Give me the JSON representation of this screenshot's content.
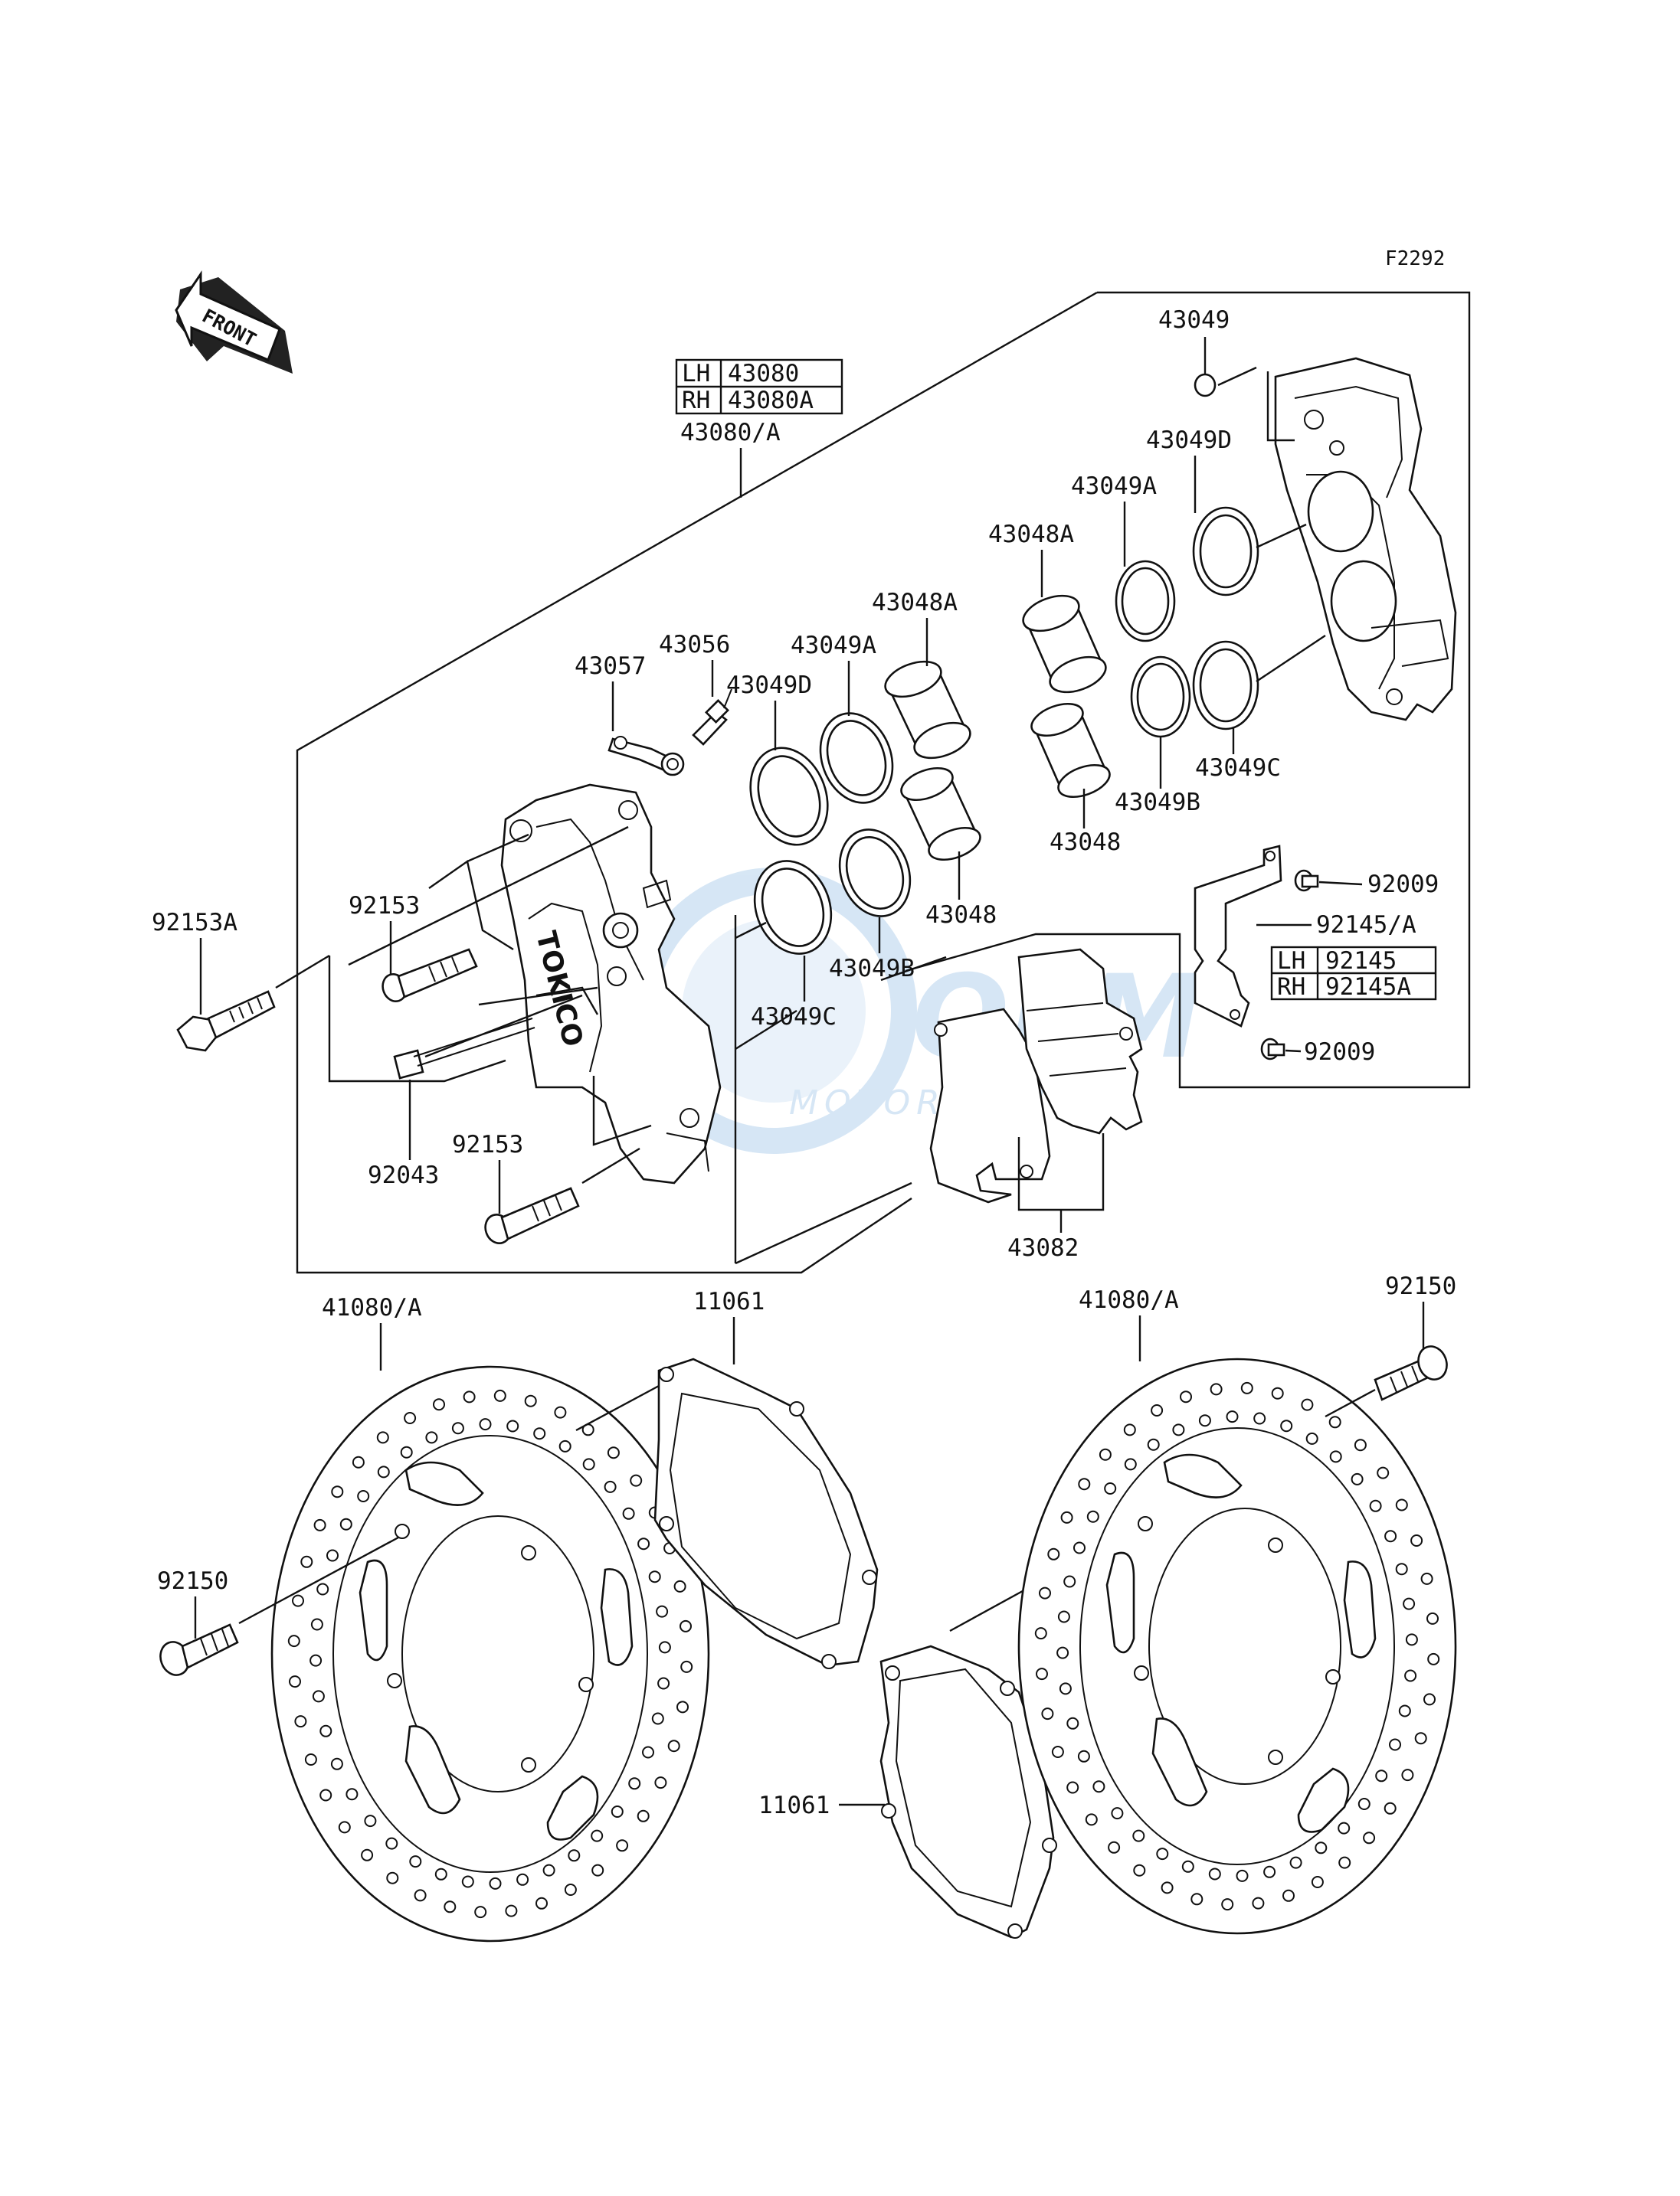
{
  "diagram": {
    "figure_code": "F2292",
    "front_label": "FRONT",
    "watermark": {
      "line1": "OEM",
      "line2": "MOTORPARTS",
      "color": "#6fa8dc"
    },
    "caliper_table": [
      {
        "side": "LH",
        "part": "43080"
      },
      {
        "side": "RH",
        "part": "43080A"
      }
    ],
    "caliper_assembly": "43080/A",
    "bracket_table": [
      {
        "side": "LH",
        "part": "92145"
      },
      {
        "side": "RH",
        "part": "92145A"
      }
    ],
    "labels": {
      "p43049": "43049",
      "p43049d_right": "43049D",
      "p43049a_right": "43049A",
      "p43048a_right": "43048A",
      "p43048a_left": "43048A",
      "p43049a_left": "43049A",
      "p43049d_left": "43049D",
      "p43057": "43057",
      "p43056": "43056",
      "p43049c_right": "43049C",
      "p43049b_right": "43049B",
      "p43048_right": "43048",
      "p43048_left": "43048",
      "p43049b_left": "43049B",
      "p43049c_left": "43049C",
      "p92009_top": "92009",
      "p92145a": "92145/A",
      "p92009_bottom": "92009",
      "p92153a": "92153A",
      "p92153_top": "92153",
      "p92043": "92043",
      "p92153_bottom": "92153",
      "p43082": "43082",
      "p41080a_left": "41080/A",
      "p11061_top": "11061",
      "p41080a_right": "41080/A",
      "p92150_right": "92150",
      "p92150_left": "92150",
      "p11061_bottom": "11061"
    }
  }
}
